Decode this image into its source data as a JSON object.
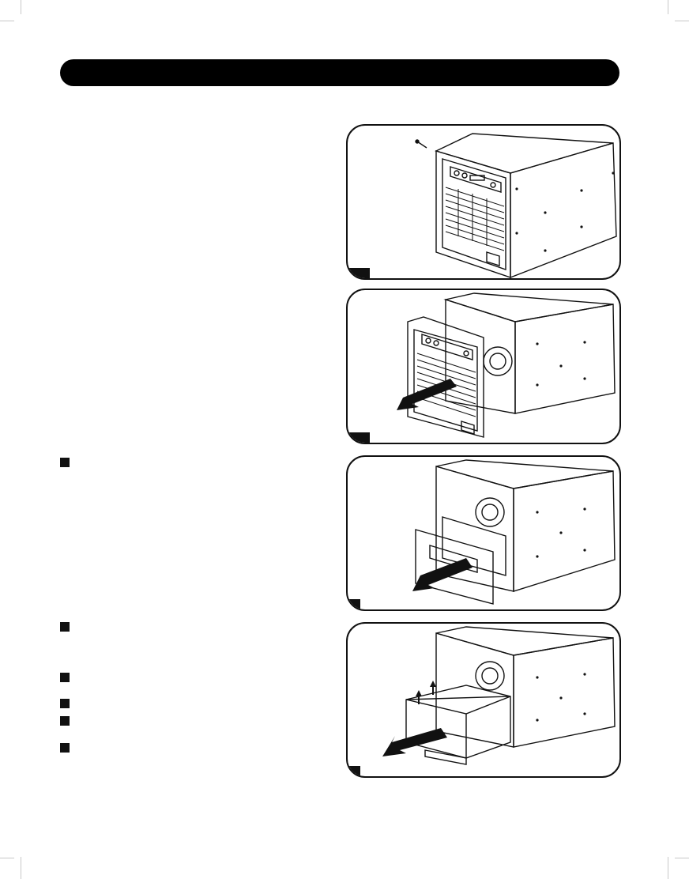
{
  "header": {
    "title": ""
  },
  "figures": [
    {
      "id": "fig-remove-screw",
      "icon": "screw-icon"
    },
    {
      "id": "fig-remove-bezel",
      "icon": "arrow-out-icon"
    },
    {
      "id": "fig-remove-panel",
      "icon": "arrow-out-icon"
    },
    {
      "id": "fig-remove-battery",
      "icon": "arrow-out-icon"
    }
  ],
  "colors": {
    "ink": "#111111",
    "background": "#ffffff",
    "crop_marks": "#c8c8c8"
  }
}
